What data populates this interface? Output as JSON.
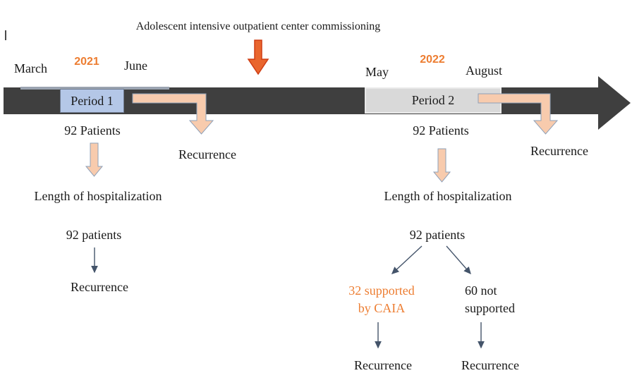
{
  "figure": {
    "title": "Adolescent intensive outpatient center commissioning",
    "cursor_mark": "|"
  },
  "timeline": {
    "bar_color": "#3F3F3F",
    "year_color": "#ED7D31",
    "period1": {
      "start_label": "March",
      "year": "2021",
      "end_label": "June",
      "box_label": "Period 1",
      "box_color": "#B4C7E7"
    },
    "period2": {
      "start_label": "May",
      "year": "2022",
      "end_label": "August",
      "box_label": "Period 2",
      "box_color": "#D9D9D9"
    }
  },
  "flow_period1": {
    "patients": "92 Patients",
    "recurrence_timeline": "Recurrence",
    "outcome": "Length of hospitalization",
    "patients_lower": "92 patients",
    "recurrence_final": "Recurrence"
  },
  "flow_period2": {
    "patients": "92 Patients",
    "recurrence_timeline": "Recurrence",
    "outcome": "Length of hospitalization",
    "patients_lower": "92 patients",
    "branch_caia": {
      "line1": "32 supported",
      "line2": "by CAIA",
      "color": "#ED7D31"
    },
    "branch_not_supported": {
      "line1": "60 not",
      "line2": "supported"
    },
    "recurrence_caia": "Recurrence",
    "recurrence_not_supported": "Recurrence"
  },
  "accents": {
    "peach_arrow_fill": "#F8CBAD",
    "peach_arrow_outline": "#8EA0B8",
    "orange_arrow_fill": "#E9662E",
    "orange_arrow_outline": "#CF3D14",
    "connector_color": "#44546A"
  }
}
